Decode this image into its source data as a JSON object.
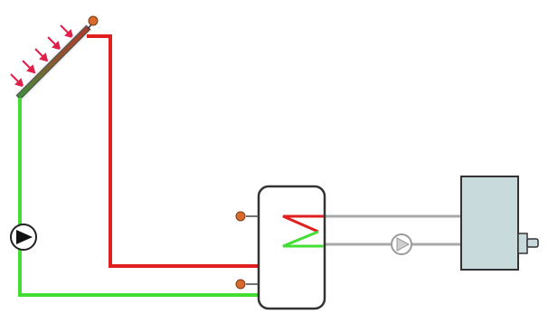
{
  "diagram": {
    "description": "",
    "colors": {
      "hot_pipe": "#e02020",
      "cold_pipe": "#44dd33",
      "grey_pipe": "#a8a8a8",
      "grey_pipe_light": "#cfcfcf",
      "sensor": "#d96a2e",
      "collector_gradient_top": "#b03a2a",
      "collector_gradient_bottom": "#3c8f3a",
      "sun_arrow": "#e0204a",
      "boiler_fill": "#c8dadb",
      "tank_stroke": "#333333"
    },
    "components": [
      {
        "name": "solar-collector",
        "icon": "solar-panel-icon"
      },
      {
        "name": "circulation-pump",
        "icon": "pump-icon"
      },
      {
        "name": "storage-tank",
        "icon": "tank-icon"
      },
      {
        "name": "heat-exchanger-coil",
        "icon": "coil-icon"
      },
      {
        "name": "secondary-pump",
        "icon": "pump-icon"
      },
      {
        "name": "boiler",
        "icon": "boiler-icon"
      }
    ]
  }
}
